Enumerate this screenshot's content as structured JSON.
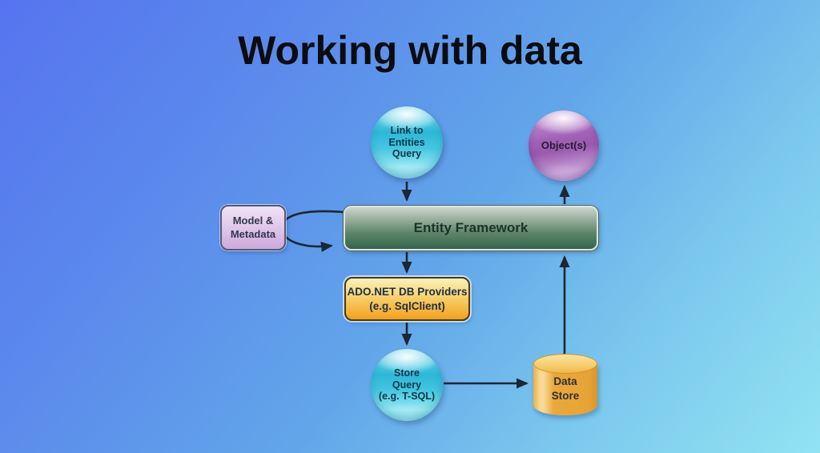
{
  "title": "Working with data",
  "nodes": {
    "link_to_entities_query": {
      "line1": "Link to",
      "line2": "Entities",
      "line3": "Query"
    },
    "objects": {
      "label": "Object(s)"
    },
    "model_metadata": {
      "line1": "Model &",
      "line2": "Metadata"
    },
    "entity_framework": {
      "label": "Entity Framework"
    },
    "ado_net_db_providers": {
      "line1": "ADO.NET DB Providers",
      "line2": "(e.g. SqlClient)"
    },
    "store_query": {
      "line1": "Store",
      "line2": "Query",
      "line3": "(e.g. T-SQL)"
    },
    "data_store": {
      "line1": "Data",
      "line2": "Store"
    }
  },
  "edges": [
    {
      "from": "link_to_entities_query",
      "to": "entity_framework"
    },
    {
      "from": "model_metadata",
      "to": "entity_framework"
    },
    {
      "from": "entity_framework",
      "to": "ado_net_db_providers"
    },
    {
      "from": "ado_net_db_providers",
      "to": "store_query"
    },
    {
      "from": "store_query",
      "to": "data_store"
    },
    {
      "from": "data_store",
      "to": "entity_framework"
    },
    {
      "from": "entity_framework",
      "to": "objects"
    }
  ],
  "colors": {
    "background_top_left": "#5674ef",
    "background_bottom_right": "#92e3f2",
    "title_text": "#0c0c10",
    "arrow": "#1b2734",
    "cyan_sphere": "#35bcd9",
    "purple_sphere": "#a061b6",
    "model_metadata_box": "#cda9dc",
    "entity_framework_box": "#3f7156",
    "ado_net_box": "#f5a92d",
    "data_store_cylinder": "#e9a83b"
  }
}
